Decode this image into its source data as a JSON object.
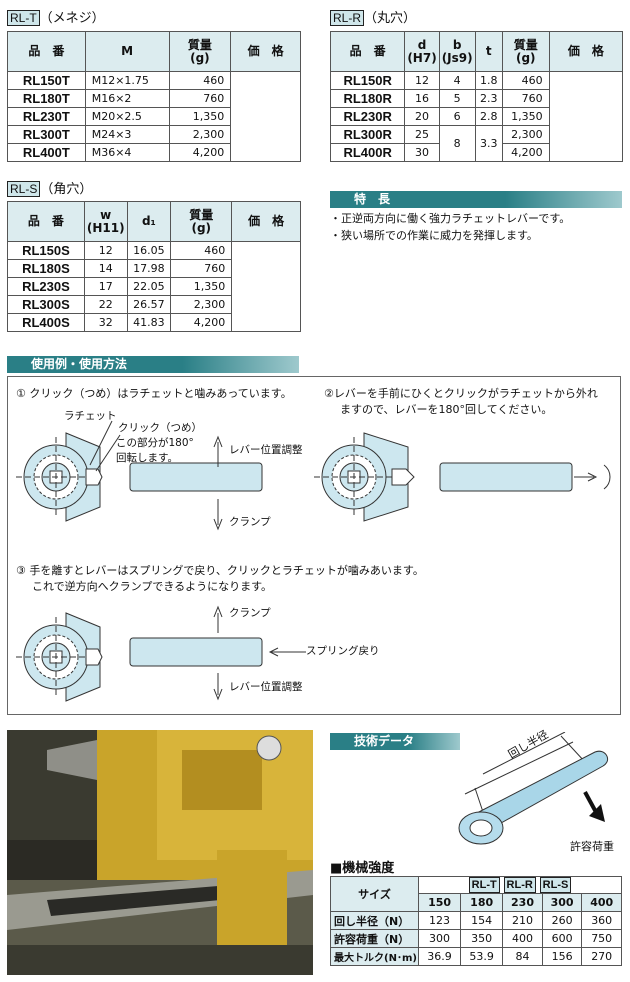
{
  "rlt": {
    "tag": "RL-T",
    "title": "（メネジ）",
    "headers": [
      "品　番",
      "M",
      "質量\n(g)",
      "価　格"
    ],
    "rows": [
      {
        "pn": "RL150T",
        "m": "M12×1.75",
        "mass": "460"
      },
      {
        "pn": "RL180T",
        "m": "M16×2",
        "mass": "760"
      },
      {
        "pn": "RL230T",
        "m": "M20×2.5",
        "mass": "1,350"
      },
      {
        "pn": "RL300T",
        "m": "M24×3",
        "mass": "2,300"
      },
      {
        "pn": "RL400T",
        "m": "M36×4",
        "mass": "4,200"
      }
    ]
  },
  "rlr": {
    "tag": "RL-R",
    "title": "（丸穴）",
    "headers": [
      "品　番",
      "d\n(H7)",
      "b\n(Js9)",
      "t",
      "質量\n(g)",
      "価　格"
    ],
    "rows": [
      {
        "pn": "RL150R",
        "d": "12",
        "b": "4",
        "t": "1.8",
        "mass": "460"
      },
      {
        "pn": "RL180R",
        "d": "16",
        "b": "5",
        "t": "2.3",
        "mass": "760"
      },
      {
        "pn": "RL230R",
        "d": "20",
        "b": "6",
        "t": "2.8",
        "mass": "1,350"
      },
      {
        "pn": "RL300R",
        "d": "25",
        "b": "8",
        "t": "3.3",
        "mass": "2,300"
      },
      {
        "pn": "RL400R",
        "d": "30",
        "mass": "4,200"
      }
    ]
  },
  "rls": {
    "tag": "RL-S",
    "title": "（角穴）",
    "headers": [
      "品　番",
      "w\n(H11)",
      "d₁",
      "質量\n(g)",
      "価　格"
    ],
    "rows": [
      {
        "pn": "RL150S",
        "w": "12",
        "d1": "16.05",
        "mass": "460"
      },
      {
        "pn": "RL180S",
        "w": "14",
        "d1": "17.98",
        "mass": "760"
      },
      {
        "pn": "RL230S",
        "w": "17",
        "d1": "22.05",
        "mass": "1,350"
      },
      {
        "pn": "RL300S",
        "w": "22",
        "d1": "26.57",
        "mass": "2,300"
      },
      {
        "pn": "RL400S",
        "w": "32",
        "d1": "41.83",
        "mass": "4,200"
      }
    ]
  },
  "features": {
    "title": "特　長",
    "items": [
      "・正逆両方向に働く強力ラチェットレバーです。",
      "・狭い場所での作業に威力を発揮します。"
    ]
  },
  "usage": {
    "title": "使用例・使用方法",
    "step1": "① クリック（つめ）はラチェットと噛みあっています。",
    "step2_l1": "②レバーを手前にひくとクリックがラチェットから外れ",
    "step2_l2": "ますので、レバーを180°回してください。",
    "step3_l1": "③ 手を離すとレバーはスプリングで戻り、クリックとラチェットが噛みあいます。",
    "step3_l2": "これで逆方向へクランプできるようになります。",
    "lbl_ratchet": "ラチェット",
    "lbl_click": "クリック（つめ）",
    "lbl_rotate1": "この部分が180°",
    "lbl_rotate2": "回転します。",
    "lbl_lever_adj": "レバー位置調整",
    "lbl_clamp": "クランプ",
    "lbl_spring": "スプリング戻り"
  },
  "tech": {
    "title": "技術データ",
    "lbl_radius": "回し半径",
    "lbl_load": "許容荷重"
  },
  "mech": {
    "title": "■機械強度",
    "size_label": "サイズ",
    "tags": [
      "RL-T",
      "RL-R",
      "RL-S"
    ],
    "sizes": [
      "150",
      "180",
      "230",
      "300",
      "400"
    ],
    "rows": [
      {
        "label": "回し半径（N）",
        "values": [
          "123",
          "154",
          "210",
          "260",
          "360"
        ]
      },
      {
        "label": "許容荷重（N）",
        "values": [
          "300",
          "350",
          "400",
          "600",
          "750"
        ]
      },
      {
        "label": "最大トルク(N･m)",
        "values": [
          "36.9",
          "53.9",
          "84",
          "156",
          "270"
        ]
      }
    ]
  },
  "colors": {
    "header_bg": "#dcecef",
    "band": "#2a7f86",
    "part_fill": "#cde7ef"
  }
}
